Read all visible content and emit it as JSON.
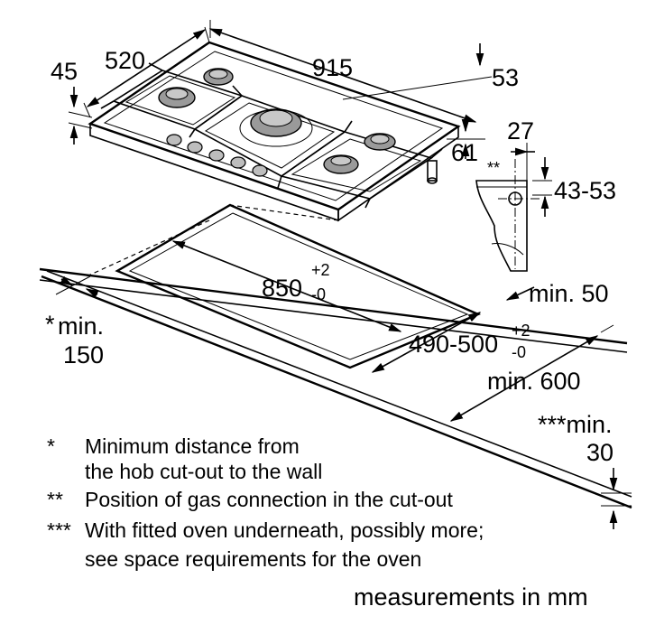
{
  "dimensions": {
    "hob_depth": "520",
    "hob_width": "915",
    "hob_height": "45",
    "grate_offset": "53",
    "side_offset": "61",
    "gas_x": "27",
    "gas_marker": "**",
    "gas_y": "43-53",
    "back_gap": "min. 50",
    "cutout_width_base": "850",
    "cutout_width_tol_plus": "+2",
    "cutout_width_tol_minus": "-0",
    "cutout_depth_base": "490-500",
    "cutout_depth_tol_plus": "+2",
    "cutout_depth_tol_minus": "-0",
    "worktop_depth": "min. 600",
    "wall_star": "*",
    "wall_min": "min.",
    "wall_value": "150",
    "oven_star": "***min.",
    "oven_value": "30"
  },
  "legend": [
    {
      "marker": "*",
      "lines": [
        "Minimum distance from",
        "the hob cut-out to the wall"
      ]
    },
    {
      "marker": "**",
      "lines": [
        "Position of gas connection in the cut-out"
      ]
    },
    {
      "marker": "***",
      "lines": [
        "With fitted oven underneath, possibly more;",
        "see space requirements for the oven"
      ]
    }
  ],
  "units_note": "measurements in mm"
}
